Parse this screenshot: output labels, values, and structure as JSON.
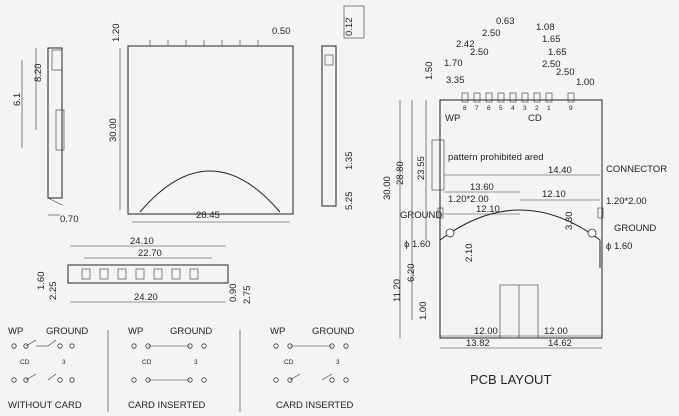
{
  "side_view_left": {
    "dims": [
      "6.1",
      "8.20",
      "0.70"
    ]
  },
  "front_view": {
    "dims": [
      "1.20",
      "0.50",
      "30.00",
      "28.45"
    ]
  },
  "side_view_right": {
    "dims": [
      "0.12",
      "1.35",
      "5.25"
    ]
  },
  "bottom_view": {
    "dims": [
      "24.10",
      "22.70",
      "1.60",
      "2.25",
      "24.20",
      "0.90",
      "2.75"
    ]
  },
  "pcb": {
    "top_dims": [
      "0.63",
      "1.08",
      "2.50",
      "1.65",
      "2.42",
      "2.50",
      "1.65",
      "1.70",
      "2.50",
      "2.50",
      "3.35",
      "1.00",
      "1.50"
    ],
    "pin_numbers": [
      "8",
      "7",
      "6",
      "5",
      "4",
      "3",
      "2",
      "1",
      "9"
    ],
    "labels": {
      "wp": "WP",
      "cd": "CD",
      "pattern": "pattern prohibited ared",
      "connector": "CONNECTOR",
      "ground_left": "GROUND",
      "ground_right": "GROUND"
    },
    "dims": {
      "d_30_00": "30.00",
      "d_28_80": "28.80",
      "d_23_55": "23.55",
      "d_14_40": "14.40",
      "d_13_60": "13.60",
      "d_12_10a": "12.10",
      "d_1_20x2_00_left": "1.20*2.00",
      "d_12_10b": "12.10",
      "d_1_20x2_00_right": "1.20*2.00",
      "d_3_30": "3.30",
      "d_phi_left": "ϕ 1.60",
      "d_phi_right": "ϕ 1.60",
      "d_2_10": "2.10",
      "d_6_20": "6.20",
      "d_11_20": "11.20",
      "d_1_00": "1.00",
      "d_12_00a": "12.00",
      "d_12_00b": "12.00",
      "d_13_82": "13.82",
      "d_14_62": "14.62"
    },
    "title": "PCB LAYOUT"
  },
  "switch_diagrams": [
    {
      "wp": "WP",
      "ground": "GROUND",
      "cd": "CD",
      "three": "3",
      "caption": "WITHOUT CARD"
    },
    {
      "wp": "WP",
      "ground": "GROUND",
      "cd": "CD",
      "three": "3",
      "caption": "CARD INSERTED"
    },
    {
      "wp": "WP",
      "ground": "GROUND",
      "cd": "CD",
      "three": "3",
      "caption": "CARD INSERTED"
    }
  ]
}
